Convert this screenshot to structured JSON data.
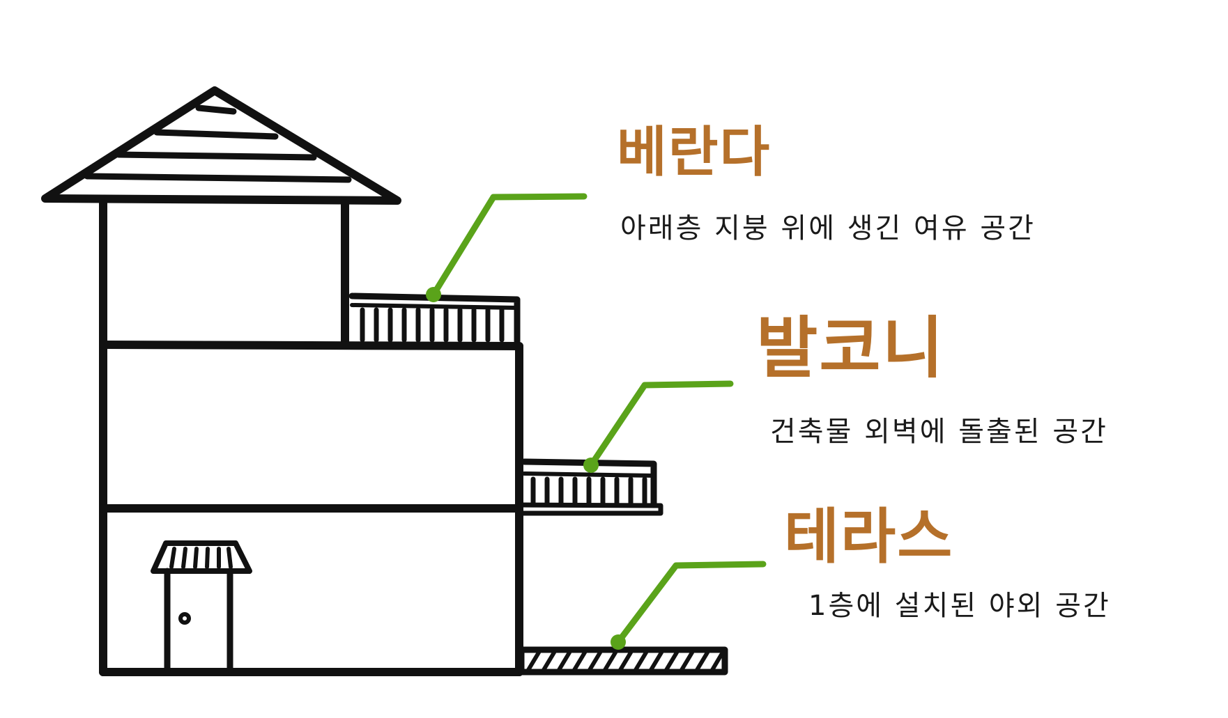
{
  "colors": {
    "background": "#ffffff",
    "outline": "#111111",
    "accent_line": "#5aa31a",
    "title_text": "#b5702a",
    "body_text": "#1a1a1a"
  },
  "labels": {
    "veranda": {
      "title": "베란다",
      "description": "아래층 지붕 위에 생긴 여유 공간"
    },
    "balcony": {
      "title": "발코니",
      "description": "건축물 외벽에 돌출된 공간"
    },
    "terrace": {
      "title": "테라스",
      "description": "1층에 설치된 야외 공간"
    }
  }
}
